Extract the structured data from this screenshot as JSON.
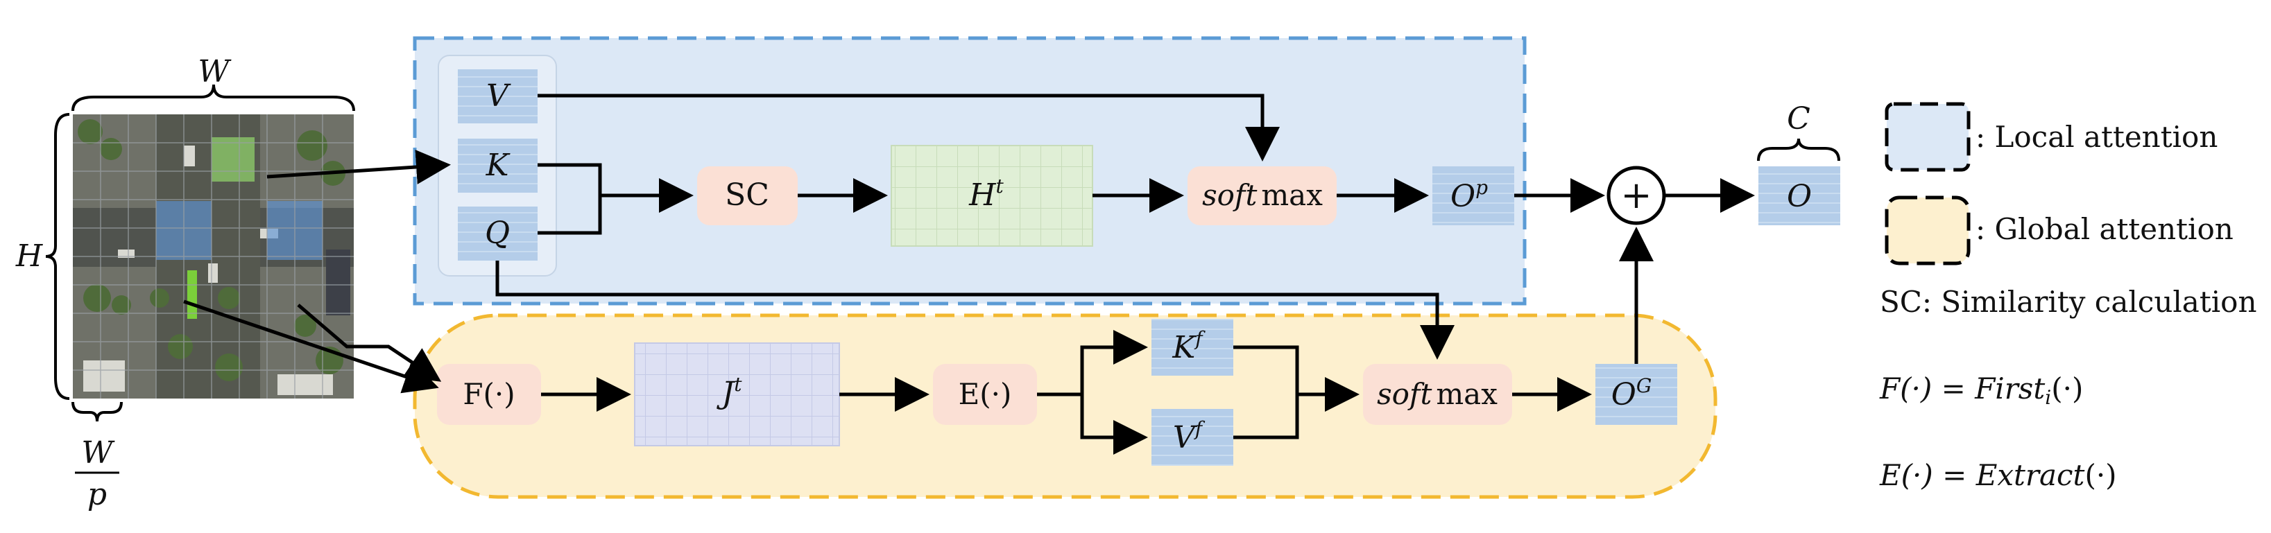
{
  "image_labels": {
    "width": "W",
    "height": "H",
    "patch_num": "W",
    "patch_den": "p"
  },
  "local_branch": {
    "v": "V",
    "k": "K",
    "q": "Q",
    "sc": "SC",
    "ht_base": "H",
    "ht_sup": "t",
    "softmax_it": "soft",
    "softmax_rom": "max",
    "op_base": "O",
    "op_sup": "p"
  },
  "global_branch": {
    "f": "F(·)",
    "jt_base": "J",
    "jt_sup": "t",
    "e": "E(·)",
    "kf_base": "K",
    "kf_sup": "f",
    "vf_base": "V",
    "vf_sup": "f",
    "softmax_it": "soft",
    "softmax_rom": "max",
    "og_base": "O",
    "og_sup": "G"
  },
  "output": {
    "sum_symbol": "+",
    "c_label": "C",
    "o_label": "O"
  },
  "legend": {
    "local": ": Local attention",
    "global": ": Global attention",
    "sc_def": "SC: Similarity calculation",
    "f_def_lhs": "F(·) = ",
    "f_def_rhs": "First",
    "f_def_sub": "i",
    "f_def_end": "(·)",
    "e_def_lhs": "E(·) = ",
    "e_def_rhs": "Extract",
    "e_def_end": "(·)"
  },
  "colors": {
    "local_fill": "#dce8f6",
    "local_border": "#5b9bd5",
    "global_fill": "#fdf0cf",
    "global_border": "#f2b830",
    "token_blue": "#b4cde9",
    "pink": "#fbe0d5",
    "green_grid": "#e0efd6",
    "lavender_grid": "#dde0f3"
  }
}
